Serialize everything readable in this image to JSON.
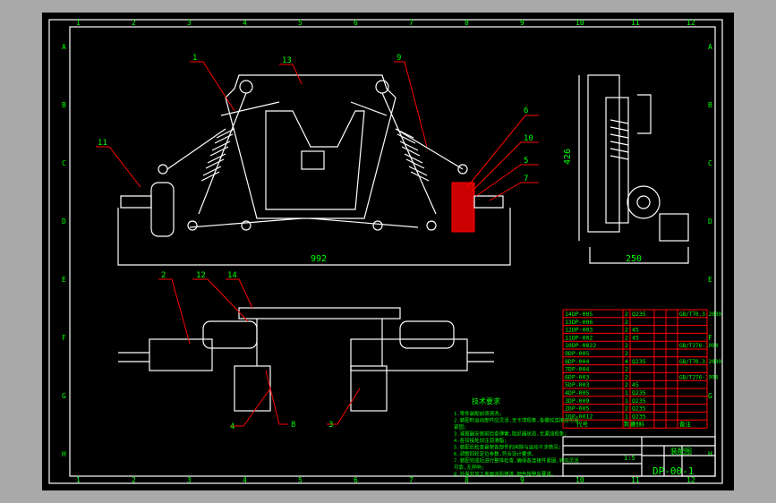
{
  "colors": {
    "background": "#000000",
    "frame": "#ffffff",
    "text": "#00ff00",
    "leader": "#ff0000",
    "viewer_bg": "#a9a9a9"
  },
  "grid": {
    "columns": [
      "1",
      "2",
      "3",
      "4",
      "5",
      "6",
      "7",
      "8",
      "9",
      "10",
      "11",
      "12"
    ],
    "rows": [
      "A",
      "B",
      "C",
      "D",
      "E",
      "F",
      "G",
      "H"
    ]
  },
  "balloons": {
    "front": [
      "1",
      "13",
      "9",
      "6",
      "10",
      "5",
      "7",
      "11"
    ],
    "bottom": [
      "2",
      "12",
      "14",
      "8",
      "3",
      "4"
    ]
  },
  "dimensions": {
    "track_width": "992",
    "side_width": "250",
    "side_height": "426"
  },
  "tech_requirements": {
    "title": "技术要求",
    "lines": [
      "1.零件装配前须清洗;",
      "2.装配时运动部件应灵活,无卡滞现象,各螺纹连接应可靠",
      "  紧固;",
      "3.减振器安装前检查弹簧,阻尼器状态,无漏油现象;",
      "4.各铰接处加注润滑脂;",
      "5.装配后检查悬架各部件的间隙与运动干涉情况;",
      "6.调整四轮定位参数,符合设计要求。",
      "7.装配完成后进行整体检查,确保各连接件紧固,转向灵活",
      "  可靠,无异响;",
      "8.外露非加工表面涂防锈漆,颜色按整车要求。"
    ]
  },
  "parts_list": [
    {
      "code": "14DP-005",
      "qty": "2",
      "material": "Q235",
      "standard": "GB/T70.3-2000"
    },
    {
      "code": "13DP-006",
      "qty": "2",
      "material": "",
      "standard": ""
    },
    {
      "code": "12DP-003",
      "qty": "2",
      "material": "45",
      "standard": ""
    },
    {
      "code": "11DP-002",
      "qty": "2",
      "material": "45",
      "standard": ""
    },
    {
      "code": "10DP-0022",
      "qty": "2",
      "material": "",
      "standard": "GB/T276-1994"
    },
    {
      "code": "9DP-005",
      "qty": "2",
      "material": "",
      "standard": ""
    },
    {
      "code": "8DP-004",
      "qty": "4",
      "material": "Q235",
      "standard": "GB/T70.3-2000"
    },
    {
      "code": "7DP-004",
      "qty": "2",
      "material": "",
      "standard": ""
    },
    {
      "code": "6DP-003",
      "qty": "2",
      "material": "",
      "standard": "GB/T276-1994"
    },
    {
      "code": "5DP-003",
      "qty": "2",
      "material": "45",
      "standard": ""
    },
    {
      "code": "4DP-005",
      "qty": "1",
      "material": "Q235",
      "standard": ""
    },
    {
      "code": "3DP-009",
      "qty": "1",
      "material": "Q235",
      "standard": ""
    },
    {
      "code": "2DP-005",
      "qty": "2",
      "material": "Q235",
      "standard": ""
    },
    {
      "code": "1DP-0012",
      "qty": "1",
      "material": "Q235",
      "standard": ""
    }
  ],
  "parts_header": {
    "code": "代号",
    "qty": "数量",
    "material": "材料",
    "standard": "备注"
  },
  "title_block": {
    "drawing_no": "DP-00-1",
    "name": "装配图",
    "scale": "1:5"
  }
}
